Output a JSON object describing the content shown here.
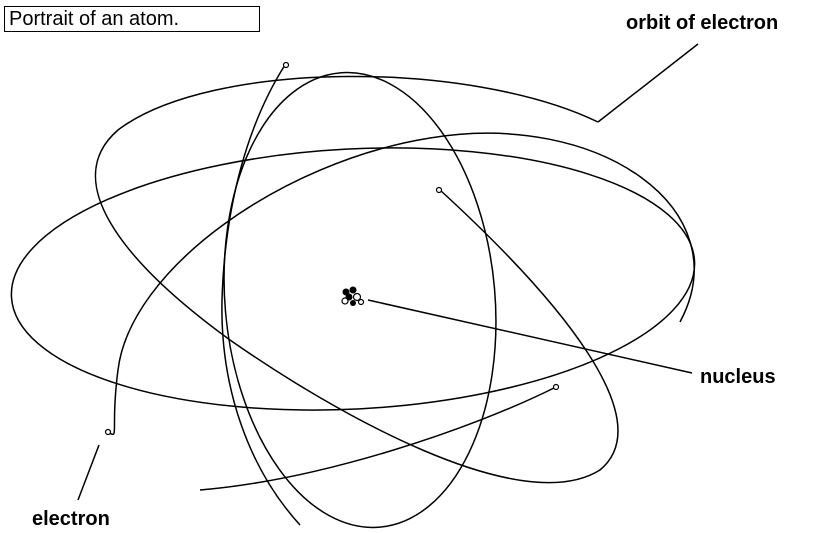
{
  "title": "Portrait of an atom.",
  "labels": {
    "orbit": "orbit of electron",
    "nucleus": "nucleus",
    "electron": "electron"
  },
  "colors": {
    "ink": "#000000",
    "background": "#ffffff"
  }
}
